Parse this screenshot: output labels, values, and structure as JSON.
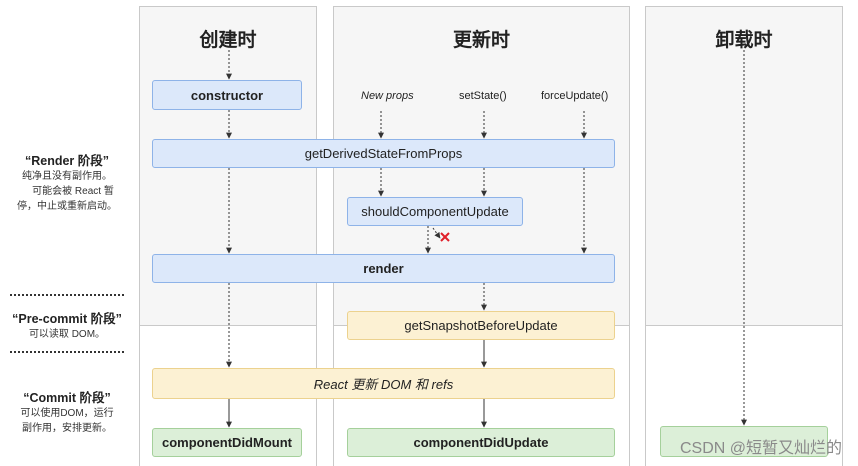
{
  "columns": {
    "mount": "创建时",
    "update": "更新时",
    "unmount": "卸载时"
  },
  "phases": {
    "render": {
      "title": "“Render 阶段”",
      "lines": [
        "纯净且没有副作用。",
        "可能会被 React 暂",
        "停，中止或重新启动。"
      ]
    },
    "precommit": {
      "title": "“Pre-commit 阶段”",
      "lines": [
        "可以读取 DOM。"
      ]
    },
    "commit": {
      "title": "“Commit 阶段”",
      "lines": [
        "可以使用DOM，运行",
        "副作用，安排更新。"
      ]
    }
  },
  "triggers": {
    "new_props": "New props",
    "set_state": "setState()",
    "force_update": "forceUpdate()"
  },
  "nodes": {
    "constructor": "constructor",
    "get_derived_state": "getDerivedStateFromProps",
    "should_update": "shouldComponentUpdate",
    "render": "render",
    "get_snapshot": "getSnapshotBeforeUpdate",
    "react_updates_dom": "React 更新 DOM 和 refs",
    "did_mount": "componentDidMount",
    "did_update": "componentDidUpdate",
    "will_unmount": ""
  },
  "watermark": "CSDN @短暂又灿烂的",
  "colors": {
    "render_phase": "#dce8fa",
    "precommit_phase": "#fcf1d3",
    "commit_phase": "#dcefd8",
    "cancel_mark": "#e0202a"
  }
}
